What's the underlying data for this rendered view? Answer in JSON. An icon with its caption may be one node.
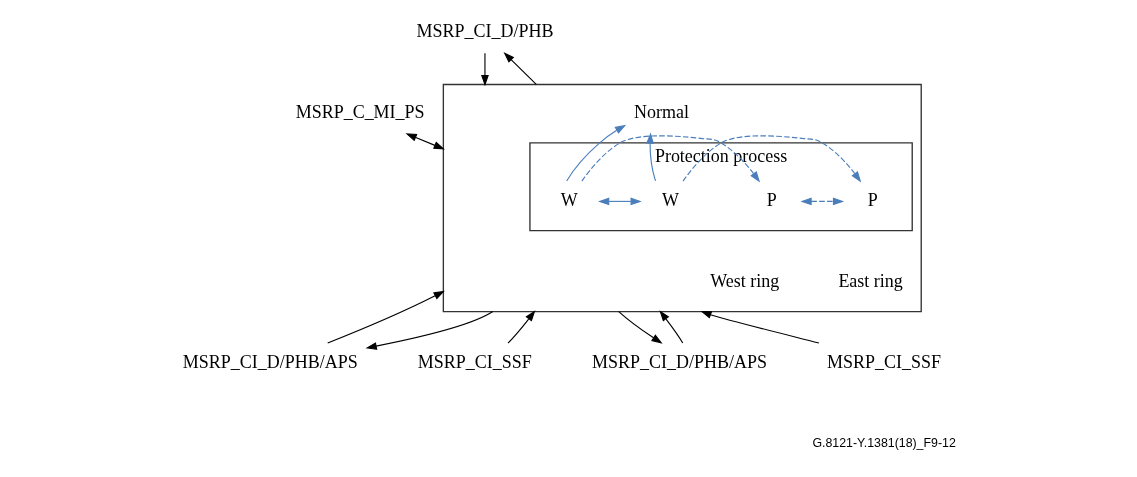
{
  "diagram": {
    "nodes": [
      {
        "text": [],
        "shape": "box"
      },
      {
        "text": [
          "Normal"
        ],
        "in": 0
      },
      {
        "text": [
          "Protection process"
        ],
        "in": 0
      },
      {
        "text": [
          "W"
        ],
        "in": 2
      },
      {
        "text": [
          "P"
        ],
        "in": 2
      },
      {
        "text": [
          "P"
        ],
        "in": 2
      },
      {
        "text": [
          "W"
        ],
        "in": 2
      },
      {
        "text": [
          "West ring"
        ],
        "in": 0
      },
      {
        "text": [
          "East ring"
        ],
        "in": 0
      },
      {
        "text": [
          "MSRP_CI_D/PHB"
        ]
      },
      {
        "text": [
          "MSRP_C_MI_PS"
        ]
      },
      {
        "text": [
          "MSRP_CI_D/PHB/APS"
        ]
      },
      {
        "text": [
          "MSRP_CI_SSF"
        ]
      },
      {
        "text": [
          "MSRP_CI_D/PHB/APS"
        ]
      },
      {
        "text": [
          "MSRP_CI_SSF"
        ]
      }
    ],
    "edges": [
      {
        "from": 0,
        "to": 9,
        "arrow": "to"
      },
      {
        "from": 9,
        "to": 0,
        "arrow": "to"
      },
      {
        "from": 10,
        "to": 0,
        "arrow": "both"
      },
      {
        "from": 0,
        "to": 11,
        "arrow": "to"
      },
      {
        "from": 11,
        "to": 0,
        "arrow": "to"
      },
      {
        "from": 12,
        "to": 0,
        "arrow": "to"
      },
      {
        "from": 0,
        "to": 13,
        "arrow": "to"
      },
      {
        "from": 13,
        "to": 0,
        "arrow": "to"
      },
      {
        "from": 14,
        "to": 0,
        "arrow": "to"
      },
      {
        "from": 3,
        "to": 1,
        "arrow": "to",
        "color": "#4a7ebb"
      },
      {
        "from": 6,
        "to": 1,
        "arrow": "to",
        "color": "#4a7ebb"
      },
      {
        "from": 3,
        "to": 6,
        "arrow": "both",
        "color": "#4a7ebb"
      },
      {
        "from": 3,
        "to": 4,
        "arrow": "to",
        "style": "dashed",
        "color": "#4a7ebb"
      },
      {
        "from": 6,
        "to": 5,
        "arrow": "to",
        "style": "dashed",
        "color": "#4a7ebb"
      },
      {
        "from": 4,
        "to": 5,
        "arrow": "both",
        "style": "dashed",
        "color": "#4a7ebb"
      }
    ],
    "labels": [
      "G.8121-Y.1381(18)_F9-12"
    ]
  }
}
